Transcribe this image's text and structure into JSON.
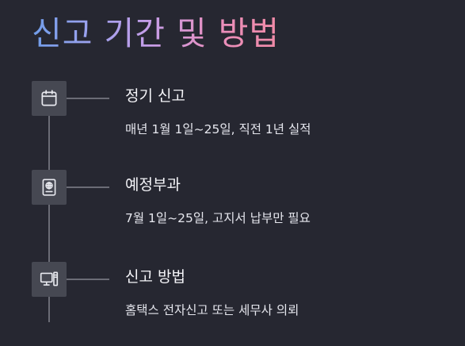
{
  "title": "신고 기간 및 방법",
  "items": [
    {
      "icon": "calendar-icon",
      "title": "정기 신고",
      "description": "매년 1월 1일~25일, 직전 1년 실적"
    },
    {
      "icon": "passport-icon",
      "title": "예정부과",
      "description": "7월 1일~25일, 고지서 납부만 필요"
    },
    {
      "icon": "computer-icon",
      "title": "신고 방법",
      "description": "홈택스 전자신고 또는 세무사 의뢰"
    }
  ],
  "colors": {
    "background": "#262731",
    "icon_box": "#464852",
    "line": "#6b6c76",
    "title_gradient": [
      "#6f9ce8",
      "#c69de8",
      "#f08aa6"
    ]
  }
}
